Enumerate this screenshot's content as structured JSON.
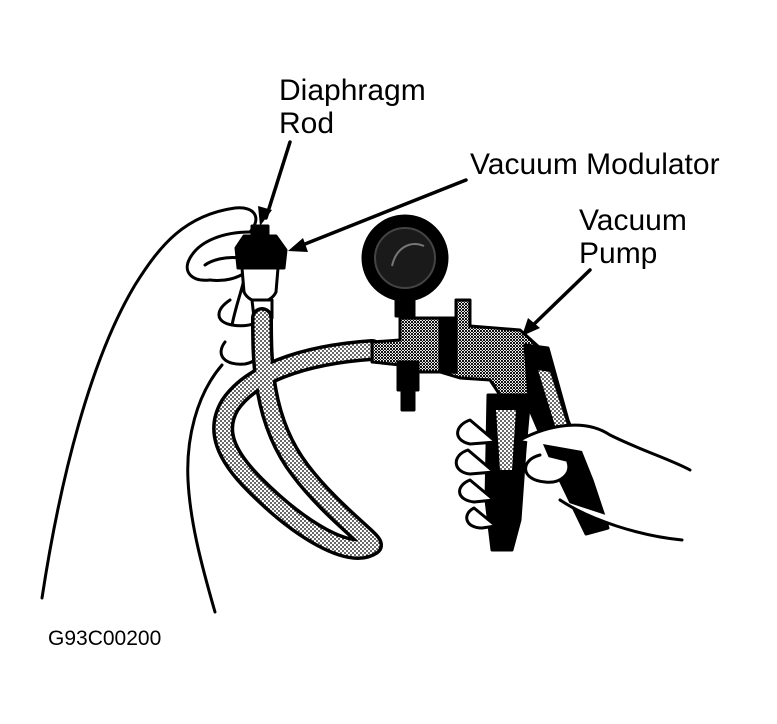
{
  "labels": {
    "diaphragm_rod_line1": "Diaphragm",
    "diaphragm_rod_line2": "Rod",
    "vacuum_modulator": "Vacuum Modulator",
    "vacuum_pump_line1": "Vacuum",
    "vacuum_pump_line2": "Pump"
  },
  "figure_code": "G93C00200",
  "colors": {
    "ink": "#000000",
    "paper": "#ffffff",
    "stipple": "#6f6f6f"
  }
}
